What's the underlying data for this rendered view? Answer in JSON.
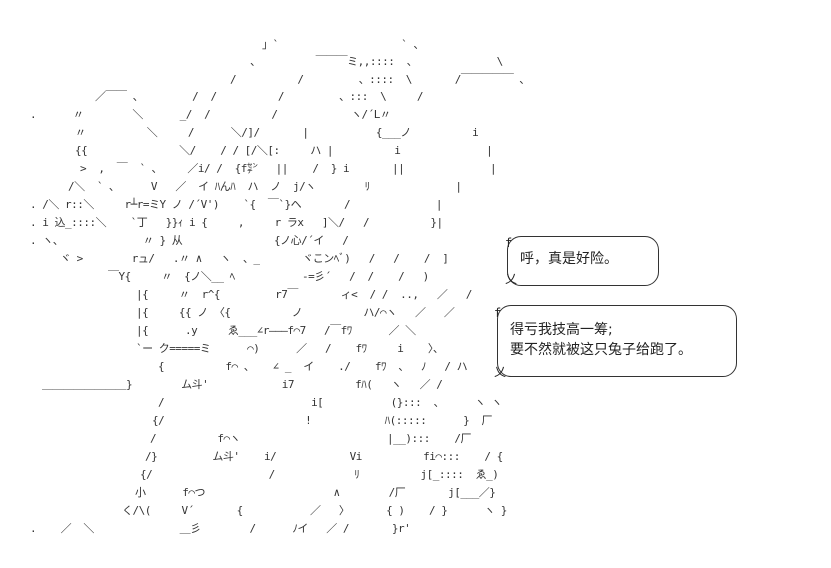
{
  "art_rows": [
    "」`                    ` 、",
    "、         ￣￣￣ミ,,::::  、             \\",
    "/          /         、::::  \\       /￣￣￣￣￣ ､",
    "／￣￣ 、        /  /          /         、:::  \\     /",
    ".      〃        ＼      _/  /          /            ヽ/´L〃",
    "〃          ＼     /      ＼/]/       |           {___ノ          i",
    "{{               ＼/    / / [/＼[:     ハ |          i              |",
    ">  ,  ￣  ` ､     ／i/ /  {f㌢   ||    /  } i       ||              |",
    "/＼  ` ､      V   ／  イ ﾊんﾊ  ハ  ノ  j/ヽ        ﾘ              |",
    ". /＼ r::＼     r┴r=ミY ノ /´V')    `{  ￣`}ヘ       /              |",
    ". i 込_::::＼    `丁   }}ｨ i {     ,     r ラx   ]＼/   /          }|",
    ". ヽ、             〃 } 从               {ノ心/´イ   /",
    "ヾ >        rュ/   .〃 ∧   ヽ  、_       ヾこンﾍﾞ)   /   /    /  ]",
    "￣Y{     〃  {ノ＼__ ﾍ           ‐=彡´   /  /    /   )",
    "|{     〃  r^{         r7￣       ィ<  / /  ..,   ／   /",
    "|{     {{ ノ 〈{          ノ          ハ/⌒ヽ   ／   ／",
    "|{      .y     ゑ___∠r―――f⌒7   /￣fﾜ      ／ ＼",
    "`ー ク=====ミ      ⌒)      ／   /    fﾜ     i    〉、",
    "{          f⌒ 、   ∠ _  イ    ./    fﾜ  、  ﾉ   / ハ",
    "＿＿＿＿＿＿＿＿}        ム斗'            i7          fﾊ(   ヽ   ／ /",
    "/                        i[           (}:::  、     ヽ ヽ",
    "{/                       !            ﾊ(:::::      }  厂",
    "/          f⌒ヽ                        |__):::    /厂",
    "/}         ム斗'    i/            Vi          fi⌒:::    / {",
    "{/                   /             ﾘ          j[_::::  ゑ_)",
    "小      f⌒つ                     ∧        /厂       j[___／}",
    "く/\\(     V´       {           ／   〉      { )    / }      ヽ }",
    ".    ／  ＼              ＿彡        /      ﾉイ   ／ /       }r'"
  ],
  "bubbles": [
    {
      "lines": [
        "呼，真是好险。"
      ]
    },
    {
      "lines": [
        "得亏我技高一筹;",
        "要不然就被这只兔子给跑了。"
      ]
    }
  ],
  "deco": {
    "f": "f",
    "x": "乂"
  }
}
